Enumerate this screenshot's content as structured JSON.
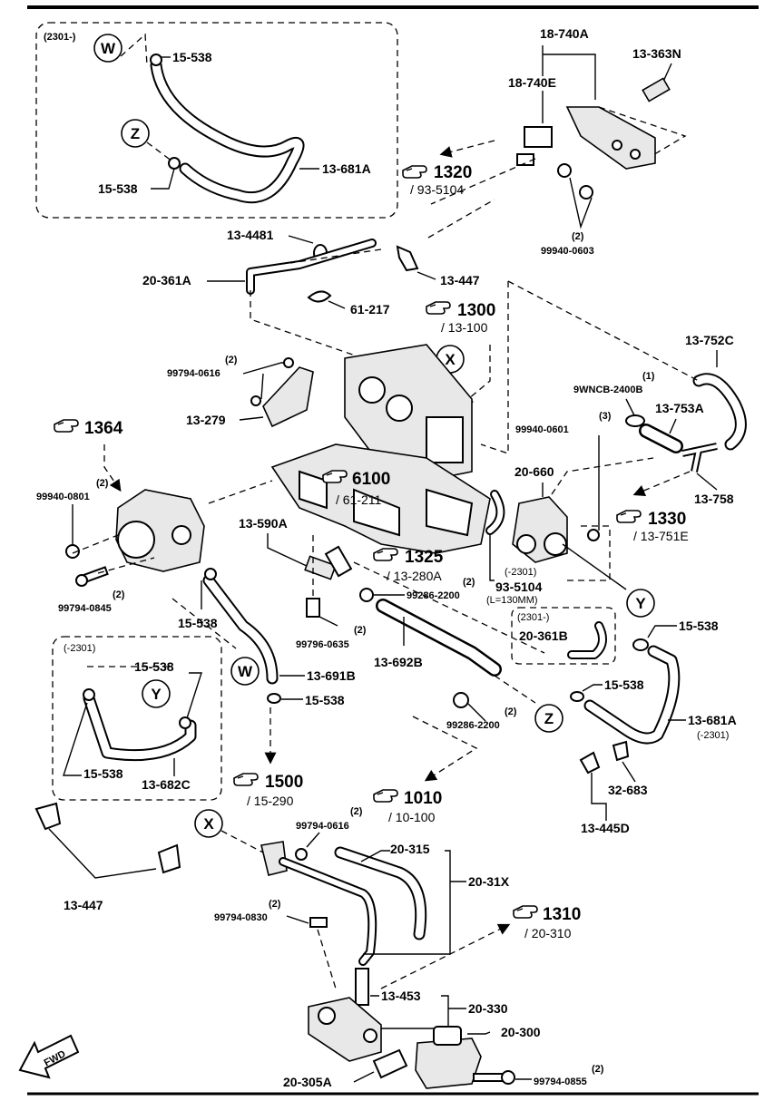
{
  "frame": {
    "border_color": "#000000",
    "background": "#ffffff"
  },
  "groups": {
    "top_left": "(2301-)",
    "left_mid": "(-2301)",
    "right_mid_a": "(-2301)",
    "right_mid_b": "(2301-)",
    "right_hose": "(-2301)"
  },
  "circles": {
    "w": "W",
    "z": "Z",
    "x": "X",
    "y": "Y"
  },
  "labels": {
    "p15538_a": "15-538",
    "p15538_b": "15-538",
    "p13681a_top": "13-681A",
    "p18740a": "18-740A",
    "p18740e": "18-740E",
    "p13363n": "13-363N",
    "p99940_0603_qty": "(2)",
    "p99940_0603": "99940-0603",
    "p13_4481": "13-4481",
    "p20361a": "20-361A",
    "p13447_top": "13-447",
    "p61217": "61-217",
    "p99794_0616_qty": "(2)",
    "p99794_0616": "99794-0616",
    "p13279": "13-279",
    "p13752c": "13-752C",
    "p9wncb_qty": "(1)",
    "p9wncb": "9WNCB-2400B",
    "p99940_0601_qty": "(3)",
    "p99940_0601": "99940-0601",
    "p13753a": "13-753A",
    "p13758": "13-758",
    "p20660": "20-660",
    "p99940_0801_qty": "(2)",
    "p99940_0801": "99940-0801",
    "p99794_0845_qty": "(2)",
    "p99794_0845": "99794-0845",
    "p13590a": "13-590A",
    "p99286_2200_qty": "(2)",
    "p99286_2200": "99286-2200",
    "p93_5104": "93-5104",
    "p93_5104_len": "(L=130MM)",
    "p15538_c": "15-538",
    "p99796_0635_qty": "(2)",
    "p99796_0635": "99796-0635",
    "p13692b": "13-692B",
    "p20361b": "20-361B",
    "p15538_d": "15-538",
    "p15538_e": "15-538",
    "p13691b": "13-691B",
    "p15538_f": "15-538",
    "p15538_g": "15-538",
    "p13682c": "13-682C",
    "p99286_2200b_qty": "(2)",
    "p99286_2200b": "99286-2200",
    "p15538_h": "15-538",
    "p13681a_right": "13-681A",
    "p13681a_right_sub": "(-2301)",
    "p32683": "32-683",
    "p13445d": "13-445D",
    "p99794_0616b_qty": "(2)",
    "p99794_0616b": "99794-0616",
    "p13447_bot": "13-447",
    "p20315": "20-315",
    "p2031x": "20-31X",
    "p99794_0830_qty": "(2)",
    "p99794_0830": "99794-0830",
    "p13453": "13-453",
    "p20330": "20-330",
    "p20300": "20-300",
    "p20305a": "20-305A",
    "p99794_0855_qty": "(2)",
    "p99794_0855": "99794-0855",
    "fwd": "FWD"
  },
  "refs": {
    "r1320": {
      "num": "1320",
      "sub": "/ 93-5104"
    },
    "r1300": {
      "num": "1300",
      "sub": "/ 13-100"
    },
    "r1364": {
      "num": "1364"
    },
    "r6100": {
      "num": "6100",
      "sub": "/ 61-211"
    },
    "r1325": {
      "num": "1325",
      "sub": "/ 13-280A"
    },
    "r1330": {
      "num": "1330",
      "sub": "/ 13-751E"
    },
    "r1500": {
      "num": "1500",
      "sub": "/ 15-290"
    },
    "r1010": {
      "num": "1010",
      "sub": "/ 10-100"
    },
    "r1310": {
      "num": "1310",
      "sub": "/ 20-310"
    }
  },
  "icons": {
    "pointer": "hand-pointer-icon",
    "fwd": "fwd-arrow-icon"
  }
}
